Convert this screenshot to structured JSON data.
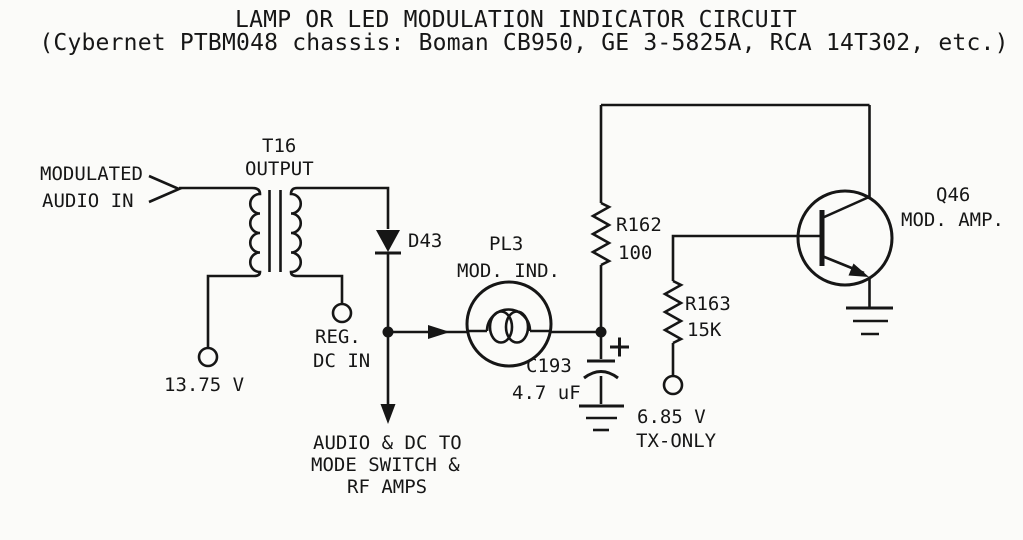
{
  "title": {
    "line1": "LAMP OR LED MODULATION INDICATOR CIRCUIT",
    "line2": "(Cybernet PTBM048 chassis: Boman CB950, GE 3-5825A, RCA 14T302, etc.)"
  },
  "colors": {
    "ink": "#161616",
    "background": "#fbfbf9"
  },
  "input": {
    "line1": "MODULATED",
    "line2": "AUDIO IN"
  },
  "transformer": {
    "ref": "T16",
    "label": "OUTPUT"
  },
  "terminals": {
    "supply": "13.75 V",
    "reg_dc": {
      "line1": "REG.",
      "line2": "DC IN"
    },
    "tx": {
      "line1": "6.85 V",
      "line2": "TX-ONLY"
    }
  },
  "diode": {
    "ref": "D43"
  },
  "lamp": {
    "ref": "PL3",
    "label": "MOD. IND."
  },
  "resistors": {
    "r162": {
      "ref": "R162",
      "value": "100"
    },
    "r163": {
      "ref": "R163",
      "value": "15K"
    }
  },
  "capacitor": {
    "ref": "C193",
    "value": "4.7 uF"
  },
  "transistor": {
    "ref": "Q46",
    "label": "MOD. AMP."
  },
  "note": {
    "line1": "AUDIO & DC TO",
    "line2": "MODE SWITCH &",
    "line3": "RF AMPS"
  }
}
